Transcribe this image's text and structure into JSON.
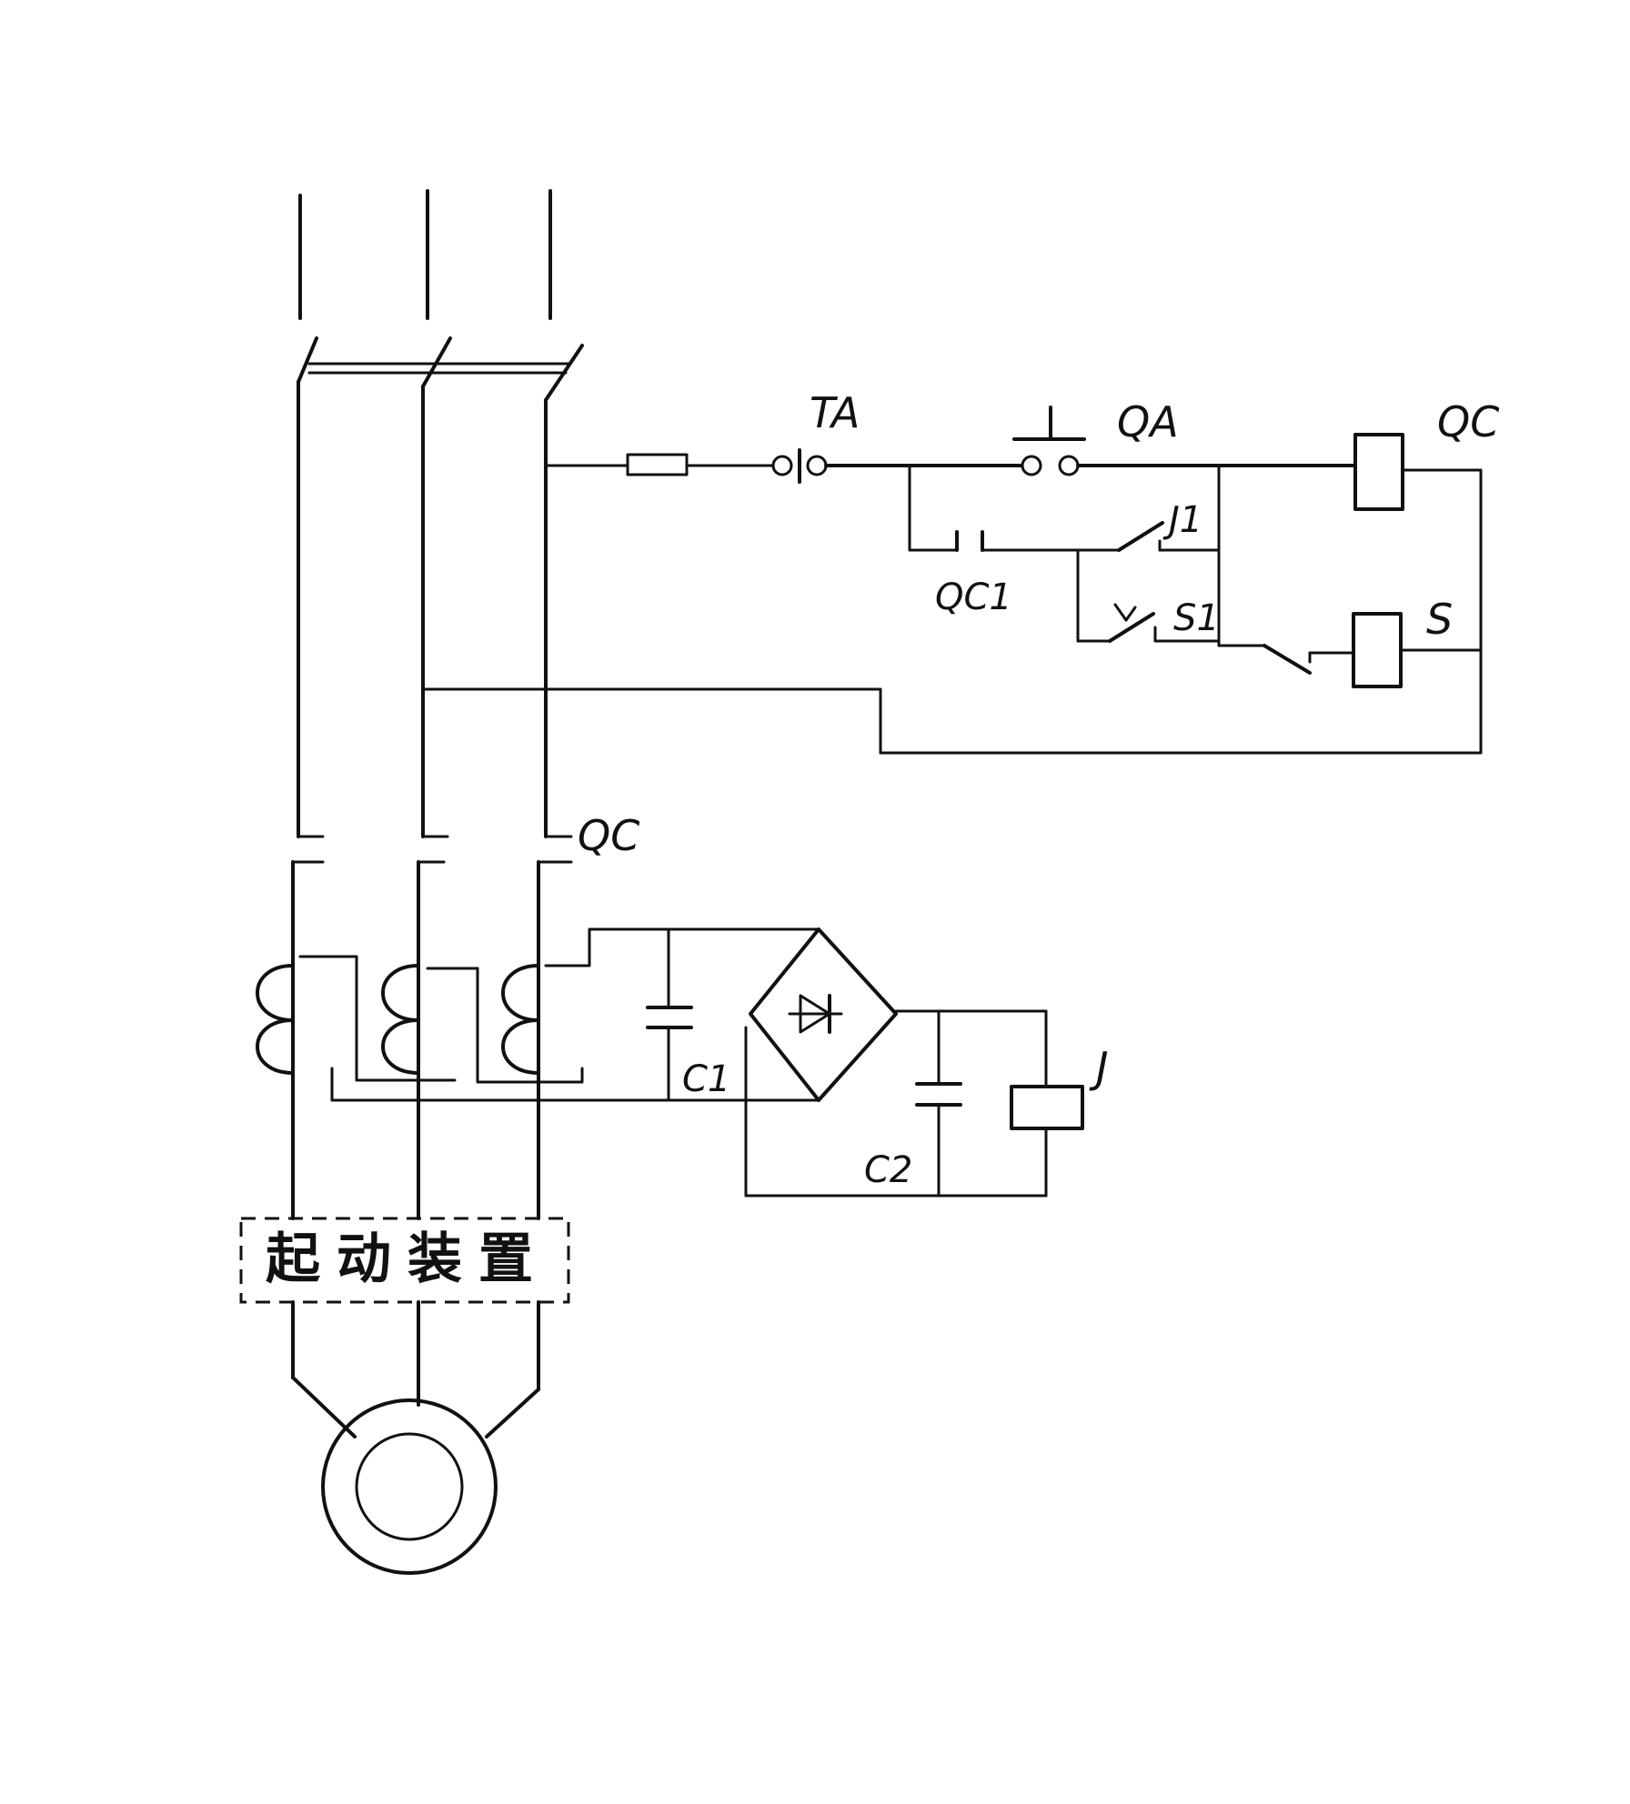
{
  "labels": {
    "ta": "TA",
    "qa": "QA",
    "qc_coil": "QC",
    "qc1": "QC1",
    "j1": "J1",
    "s1": "S1",
    "s_coil": "S",
    "qc_main": "QC",
    "c1": "C1",
    "c2": "C2",
    "j_relay": "J",
    "starter": "起动装置"
  }
}
